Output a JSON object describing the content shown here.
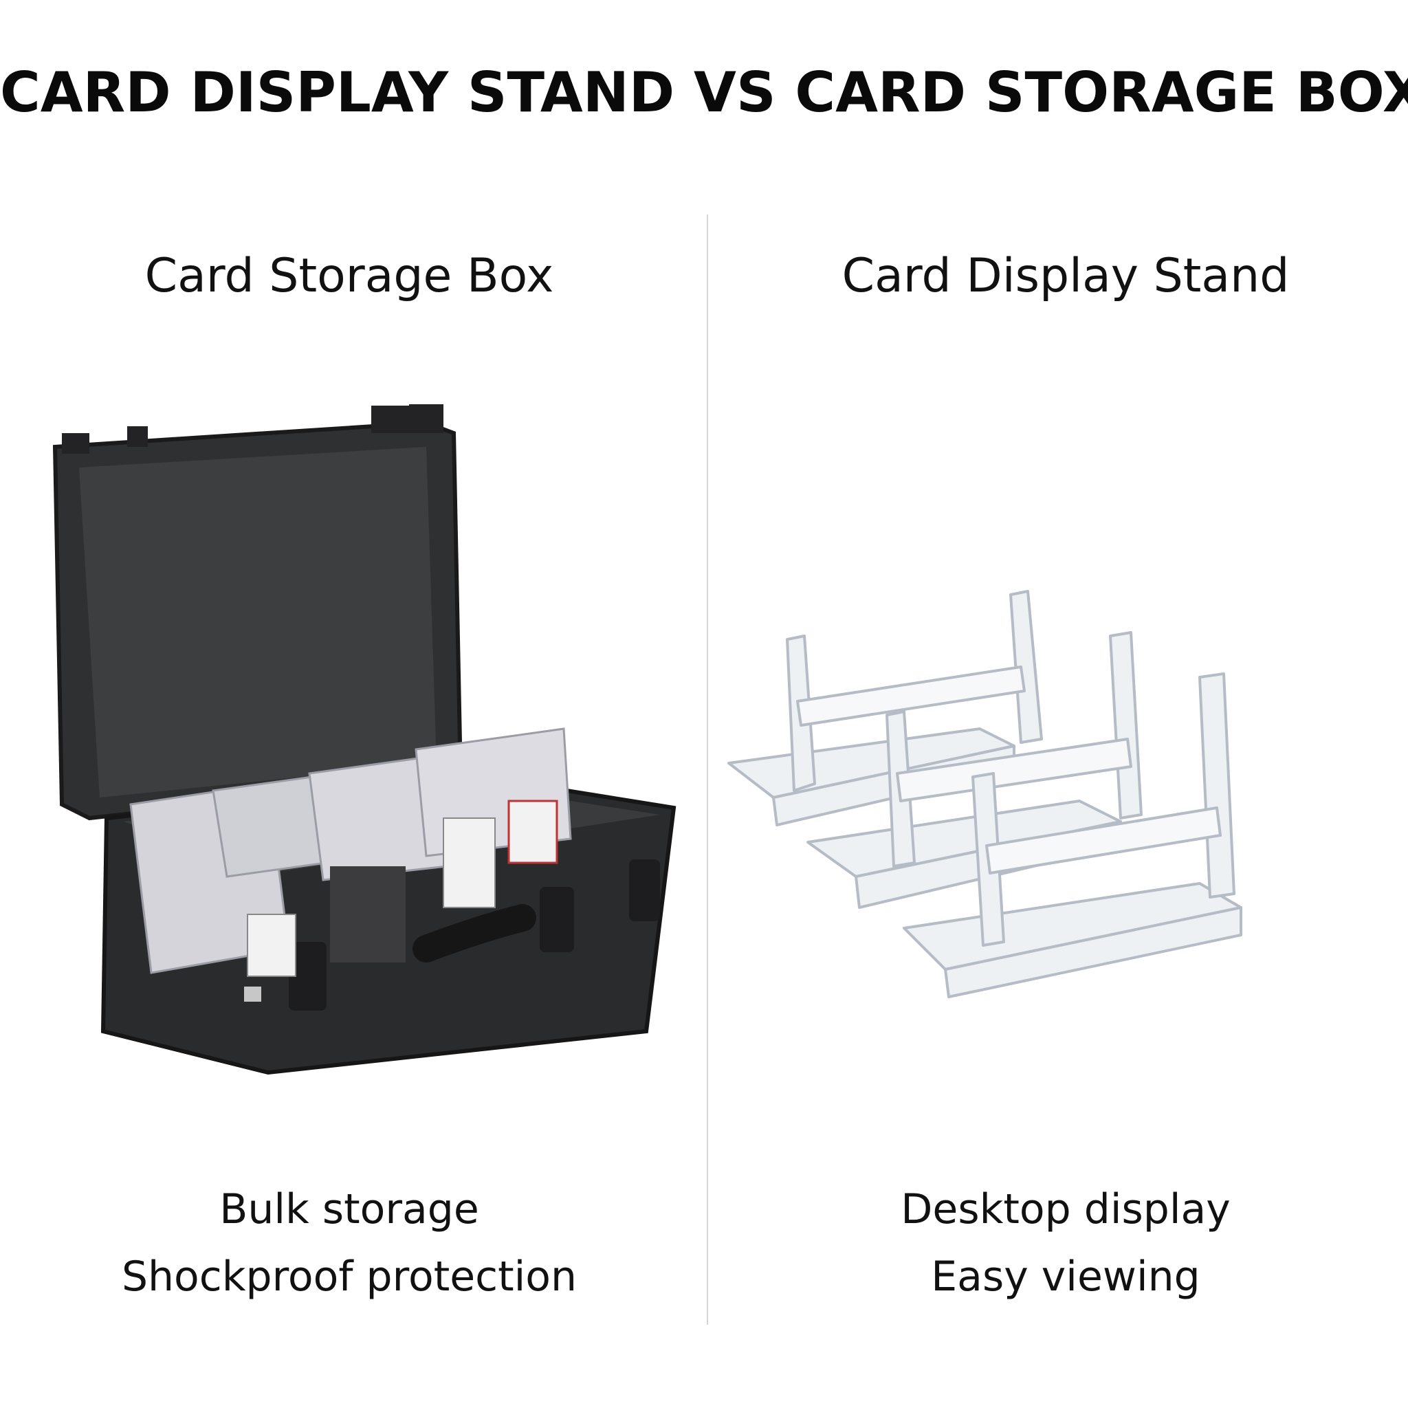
{
  "header": {
    "title": "CARD DISPLAY STAND VS CARD STORAGE BOX"
  },
  "left": {
    "title": "Card Storage Box",
    "image_icon": "storage-case-icon",
    "features": [
      "Bulk storage",
      "Shockproof protection"
    ]
  },
  "right": {
    "title": "Card Display Stand",
    "image_icon": "display-stand-icon",
    "features": [
      "Desktop display",
      "Easy viewing"
    ]
  },
  "colors": {
    "case_body": "#2b2c2e",
    "foam": "#3a3b3d",
    "acrylic": "#cfd6de",
    "divider": "#d6d6d6"
  }
}
